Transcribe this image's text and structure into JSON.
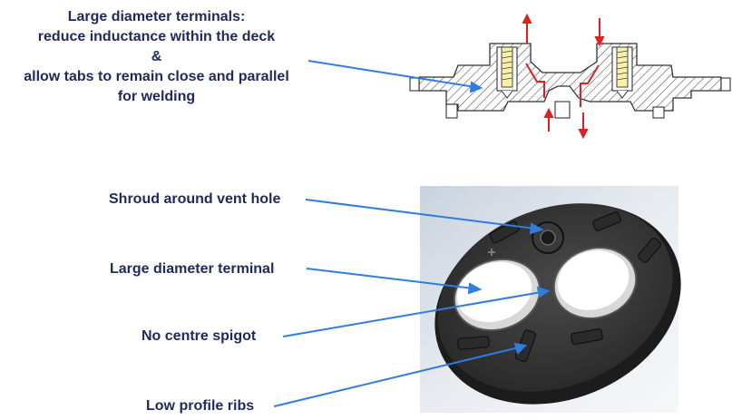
{
  "top_note": {
    "line1": "Large diameter terminals:",
    "line2": "reduce inductance within the deck",
    "line3": "&",
    "line4": "allow tabs to remain close and parallel",
    "line5": "for welding"
  },
  "callouts": {
    "shroud": "Shroud around vent hole",
    "terminal": "Large diameter terminal",
    "spigot": "No centre spigot",
    "ribs": "Low profile ribs"
  },
  "colors": {
    "text": "#1f2a5c",
    "leader": "#2f7de1",
    "flow_arrow": "#e02020",
    "part": "#333333"
  }
}
